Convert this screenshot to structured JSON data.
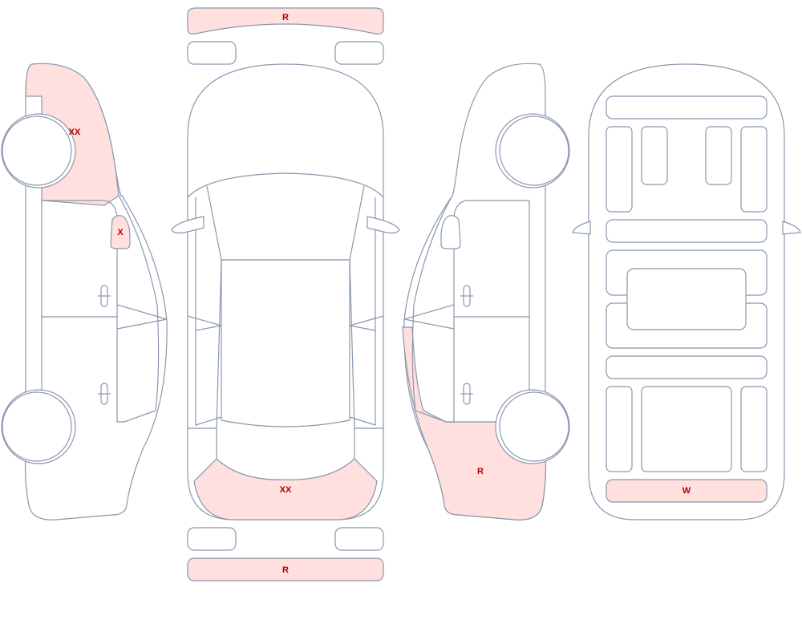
{
  "colors": {
    "outline": "#8a97ad",
    "damage_fill": "#ffe0de",
    "damage_text": "#b00000",
    "background": "#ffffff"
  },
  "damage_markers": {
    "front_bumper": "R",
    "rear_bumper": "R",
    "top_rear_panel": "XX",
    "left_front_fender": "XX",
    "left_mirror_area": "X",
    "right_rear_quarter": "R",
    "bottom_rear_panel": "W"
  }
}
